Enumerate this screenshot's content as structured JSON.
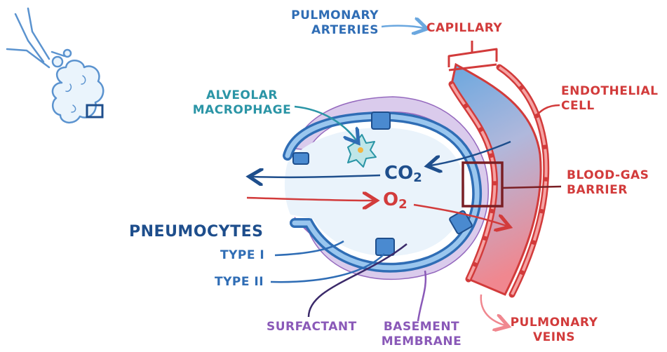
{
  "colors": {
    "blue": "#2f6db5",
    "navy": "#1e4e8c",
    "red": "#d23b3b",
    "teal": "#2b95a6",
    "purple": "#8a59b8",
    "alveolus_fill": "#eaf3fb",
    "capillary_top": "#6aa7df",
    "capillary_bottom": "#f0878f"
  },
  "labels": {
    "pulmonary_arteries": [
      "PULMONARY",
      "ARTERIES"
    ],
    "capillary": "CAPILLARY",
    "endothelial_cell": [
      "ENDOTHELIAL",
      "CELL"
    ],
    "alveolar_macrophage": [
      "ALVEOLAR",
      "MACROPHAGE"
    ],
    "blood_gas_barrier": [
      "BLOOD-GAS",
      "BARRIER"
    ],
    "pneumocytes": "PNEUMOCYTES",
    "type_1": "TYPE I",
    "type_2": "TYPE II",
    "surfactant": "SURFACTANT",
    "basement_membrane": [
      "BASEMENT",
      "MEMBRANE"
    ],
    "pulmonary_veins": [
      "PULMONARY",
      "VEINS"
    ]
  },
  "gases": {
    "co2_base": "CO",
    "co2_sub": "2",
    "o2_base": "O",
    "o2_sub": "2"
  },
  "icons": [
    "lung-lobule-icon",
    "zoom-box-icon"
  ]
}
